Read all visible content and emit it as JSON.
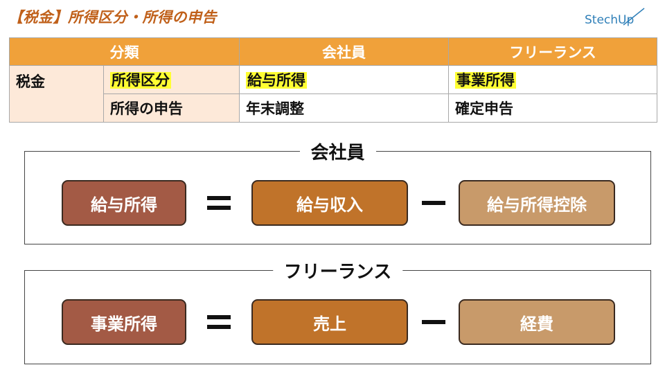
{
  "header": {
    "title": "【税金】所得区分・所得の申告",
    "logo_text": "StechUp"
  },
  "table": {
    "headers": [
      "分類",
      "会社員",
      "フリーランス"
    ],
    "category": "税金",
    "rows": [
      {
        "label": "所得区分",
        "employee": "給与所得",
        "freelance": "事業所得"
      },
      {
        "label": "所得の申告",
        "employee": "年末調整",
        "freelance": "確定申告"
      }
    ]
  },
  "formulas": [
    {
      "title": "会社員",
      "result": "給与所得",
      "term1": "給与収入",
      "term2": "給与所得控除"
    },
    {
      "title": "フリーランス",
      "result": "事業所得",
      "term1": "売上",
      "term2": "経費"
    }
  ],
  "colors": {
    "title": "#c0601a",
    "table_header": "#f0a13a",
    "table_label_bg": "#fde9d9",
    "highlight": "#ffff33",
    "box_result": "#a35a45",
    "box_term1": "#c0732a",
    "box_term2": "#c89a6a",
    "logo": "#2f7fb8"
  }
}
